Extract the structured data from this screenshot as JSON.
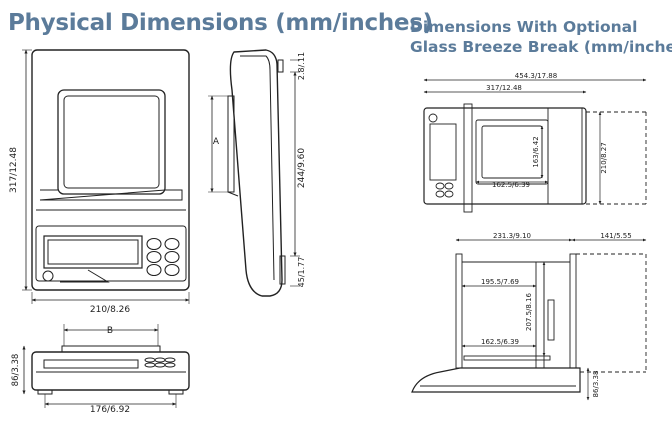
{
  "titles": {
    "main": "Physical Dimensions (mm/inches)",
    "optional_line1": "Dimensions With Optional",
    "optional_line2": "Glass Breeze Break (mm/inches)"
  },
  "dimensions": {
    "front_height": "317/12.48",
    "front_width": "210/8.26",
    "side_top": "2.8/.11",
    "side_a": "A",
    "side_height": "244/9.60",
    "side_bottom": "45/1.77",
    "bottom_b": "B",
    "bottom_height": "86/3.38",
    "bottom_width": "176/6.92",
    "top_overall": "454.3/17.88",
    "top_width": "317/12.48",
    "top_inner_h": "163/6.42",
    "top_depth": "210/8.27",
    "top_inner_w": "162.5/6.39",
    "side_width": "231.3/9.10",
    "side_ext": "141/5.55",
    "side_inner_w": "195.5/7.69",
    "side_inner_h": "207.5/8.16",
    "side_pan_w": "162.5/6.39",
    "side_total_h": "86/3.38"
  },
  "colors": {
    "title": "#5b7b9a",
    "line": "#222222"
  }
}
